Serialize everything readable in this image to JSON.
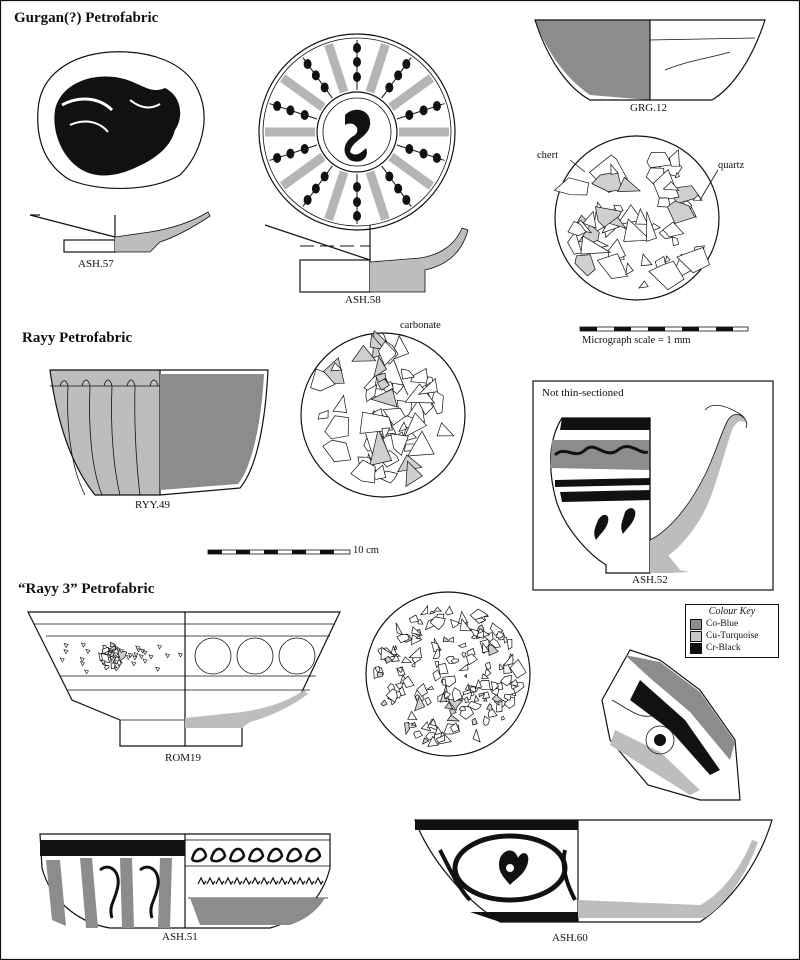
{
  "sections": {
    "gurgan": "Gurgan(?) Petrofabric",
    "rayy": "Rayy Petrofabric",
    "rayy3": "“Rayy 3” Petrofabric"
  },
  "captions": {
    "ash57": "ASH.57",
    "ash58": "ASH.58",
    "grg12": "GRG.12",
    "ryy49": "RYY.49",
    "ash52": "ASH.52",
    "rom19": "ROM19",
    "ash51": "ASH.51",
    "ash60": "ASH.60"
  },
  "annotations": {
    "chert": "chert",
    "quartz": "quartz",
    "carbonate": "carbonate",
    "micrograph_scale": "Micrograph scale = 1 mm",
    "scale_10cm": "10 cm",
    "not_thin_sectioned": "Not thin-sectioned"
  },
  "colour_key": {
    "title": "Colour Key",
    "items": [
      {
        "label": "Co-Blue",
        "color": "#8c8c8c"
      },
      {
        "label": "Cu-Turquoise",
        "color": "#c8c8c8"
      },
      {
        "label": "Cr-Black",
        "color": "#111111"
      }
    ]
  }
}
